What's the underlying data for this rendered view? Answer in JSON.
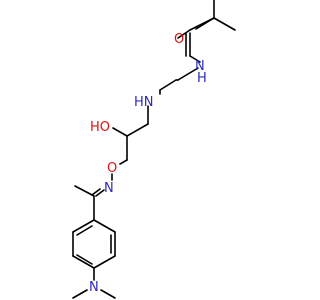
{
  "colors": {
    "bond": "#000000",
    "nitrogen": "#2b2bbf",
    "oxygen": "#e01010",
    "background": "#ffffff"
  },
  "labels": {
    "o_carbonyl": "O",
    "nh_amide": "N",
    "nh_amide_h": "H",
    "hn_amine": "HN",
    "ho": "HO",
    "o_ether": "O",
    "n_oxime": "N",
    "n_dimethyl": "N"
  }
}
